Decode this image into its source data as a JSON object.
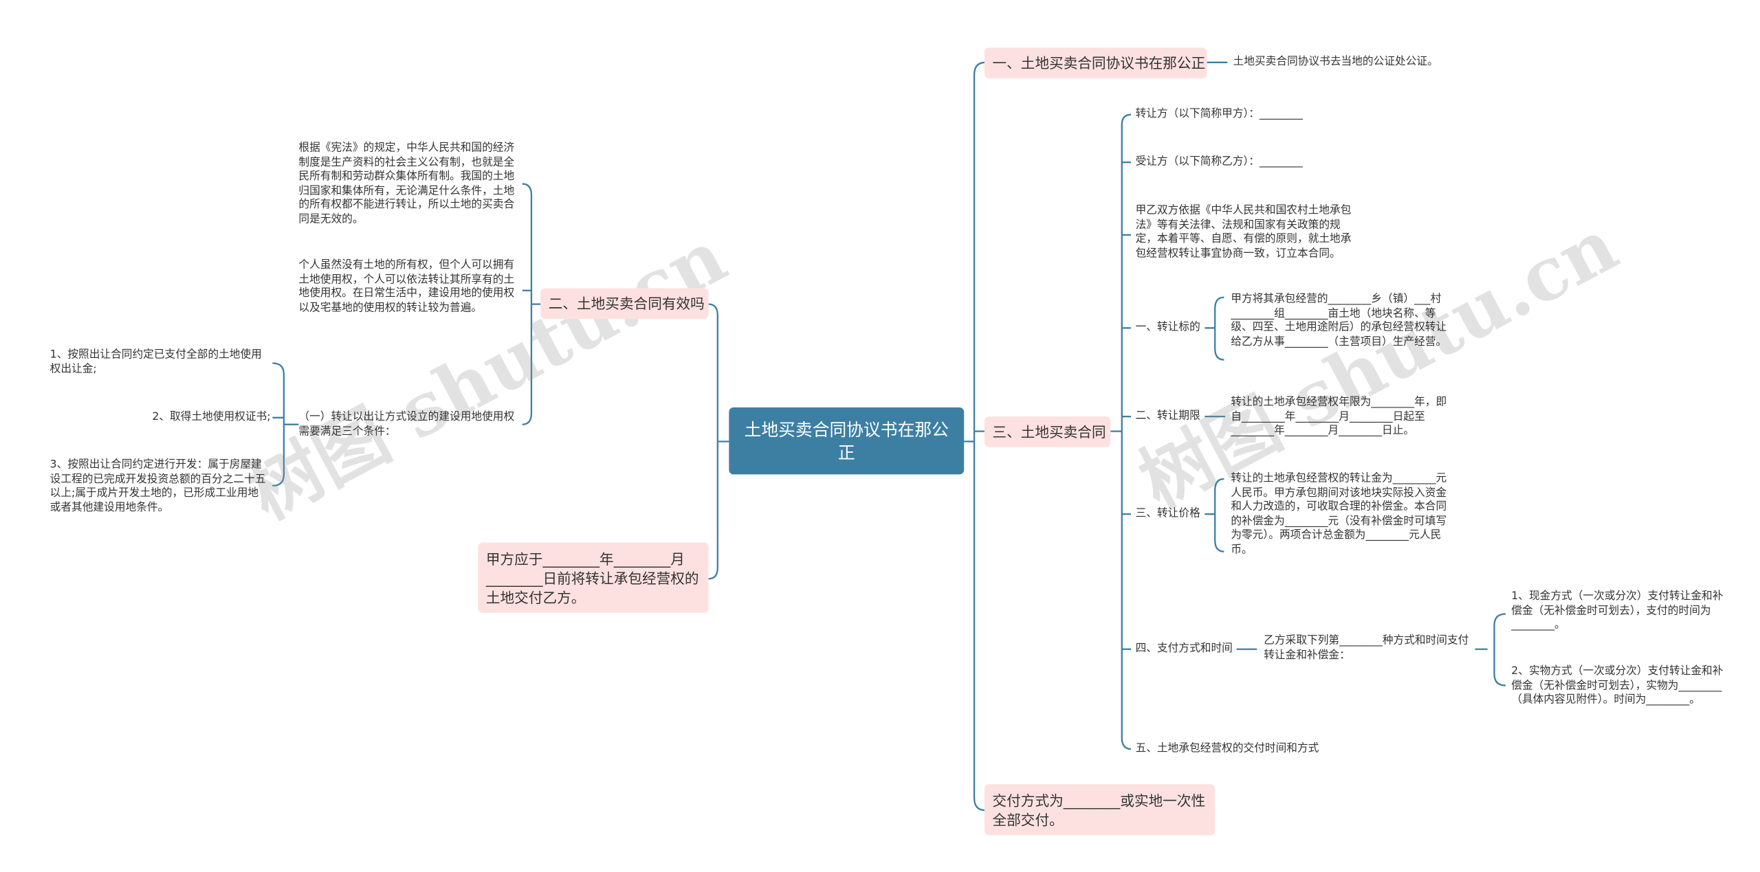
{
  "root": "土地买卖合同协议书在那公正",
  "right": {
    "b1": {
      "label": "一、土地买卖合同协议书在那公正",
      "note": "土地买卖合同协议书去当地的公证处公证。"
    },
    "b3": {
      "label": "三、土地买卖合同",
      "items": {
        "transferor": "转让方（以下简称甲方）：________",
        "transferee": "受让方（以下简称乙方）：________",
        "preamble": "甲乙双方依据《中华人民共和国农村土地承包法》等有关法律、法规和国家有关政策的规定，本着平等、自愿、有偿的原则，就土地承包经营权转让事宜协商一致，订立本合同。",
        "art1_label": "一、转让标的",
        "art1_text": "甲方将其承包经营的________乡（镇）___村________组________亩土地（地块名称、等级、四至、土地用途附后）的承包经营权转让给乙方从事________（主营项目）生产经营。",
        "art2_label": "二、转让期限",
        "art2_text": "转让的土地承包经营权年限为________年，即自________年________月________日起至________年________月________日止。",
        "art3_label": "三、转让价格",
        "art3_text": "转让的土地承包经营权的转让金为________元人民币。甲方承包期间对该地块实际投入资金和人力改造的，可收取合理的补偿金。本合同的补偿金为________元（没有补偿金时可填写为零元）。两项合计总金额为________元人民币。",
        "art4_label": "四、支付方式和时间",
        "art4_text": "乙方采取下列第________种方式和时间支付转让金和补偿金：",
        "art4_opt1": "1、现金方式（一次或分次）支付转让金和补偿金（无补偿金时可划去），支付的时间为________。",
        "art4_opt2": "2、实物方式（一次或分次）支付转让金和补偿金（无补偿金时可划去），实物为________（具体内容见附件）。时间为________。",
        "art5_label": "五、土地承包经营权的交付时间和方式"
      }
    },
    "b4": {
      "label": "交付方式为________或实地一次性全部交付。"
    }
  },
  "left": {
    "b2": {
      "label": "二、土地买卖合同有效吗",
      "p1": "根据《宪法》的规定，中华人民共和国的经济制度是生产资料的社会主义公有制，也就是全民所有制和劳动群众集体所有制。我国的土地归国家和集体所有，无论满足什么条件，土地的所有权都不能进行转让，所以土地的买卖合同是无效的。",
      "p2": "个人虽然没有土地的所有权，但个人可以拥有土地使用权，个人可以依法转让其所享有的土地使用权。在日常生活中，建设用地的使用权以及宅基地的使用权的转让较为普遍。",
      "p3": "（一）转让以出让方式设立的建设用地使用权需要满足三个条件：",
      "c1": "1、按照出让合同约定已支付全部的土地使用权出让金;",
      "c2": "2、取得土地使用权证书;",
      "c3": "3、按照出让合同约定进行开发：属于房屋建设工程的已完成开发投资总额的百分之二十五以上;属于成片开发土地的，已形成工业用地或者其他建设用地条件。"
    },
    "b5": {
      "label": "甲方应于________年________月________日前将转让承包经营权的土地交付乙方。"
    }
  },
  "watermark": [
    "树图 shutu.cn",
    "树图 shutu.cn"
  ],
  "colors": {
    "root": "#3d7fa3",
    "branch": "#fde1e1",
    "line": "#3d7fa3"
  }
}
